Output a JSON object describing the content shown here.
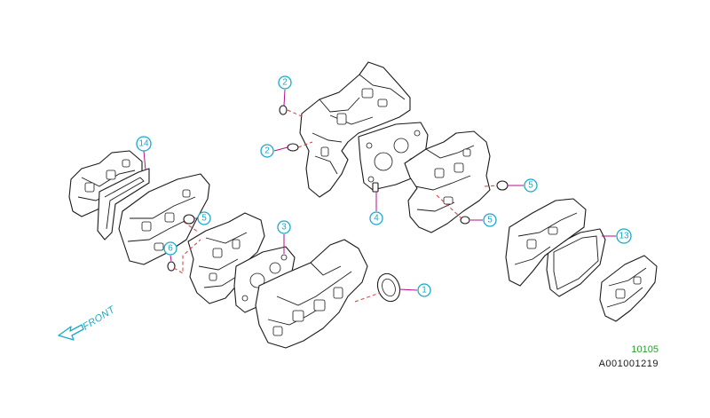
{
  "diagram": {
    "front_label": "FRONT",
    "page_code": "10105",
    "drawing_id": "A001001219",
    "colors": {
      "callout": "#19a9c9",
      "leader": "#b30f8c",
      "dashed_guide": "#d43a3a",
      "page_code": "#2e9a2e",
      "line_art": "#1a1a1a"
    },
    "callouts": [
      "1",
      "2",
      "2",
      "3",
      "4",
      "5",
      "5",
      "5",
      "6",
      "13",
      "14"
    ]
  }
}
